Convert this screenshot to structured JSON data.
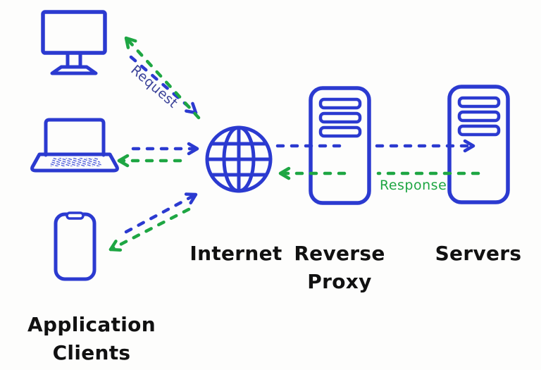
{
  "labels": {
    "internet": "Internet",
    "reverse_proxy": "Reverse Proxy",
    "servers": "Servers",
    "application_clients": "Application Clients",
    "request": "Request",
    "response": "Response"
  },
  "nodes": {
    "application_clients": {
      "label": "Application Clients",
      "devices": [
        "desktop-computer",
        "laptop",
        "smartphone"
      ]
    },
    "internet": {
      "label": "Internet",
      "icon": "globe-icon"
    },
    "reverse_proxy": {
      "label": "Reverse Proxy",
      "icon": "server-tower-icon"
    },
    "servers": {
      "label": "Servers",
      "icon": "server-tower-icon"
    }
  },
  "flows": {
    "request": {
      "label": "Request",
      "style": "blue-dashed-arrow",
      "direction": "clients-to-servers"
    },
    "response": {
      "label": "Response",
      "style": "green-dashed-arrow",
      "direction": "servers-to-clients"
    }
  },
  "colors": {
    "blue": "#2b3ad0",
    "navy": "#3c4399",
    "green": "#1ea643",
    "ink": "#111111",
    "bg": "#fdfdfc"
  }
}
